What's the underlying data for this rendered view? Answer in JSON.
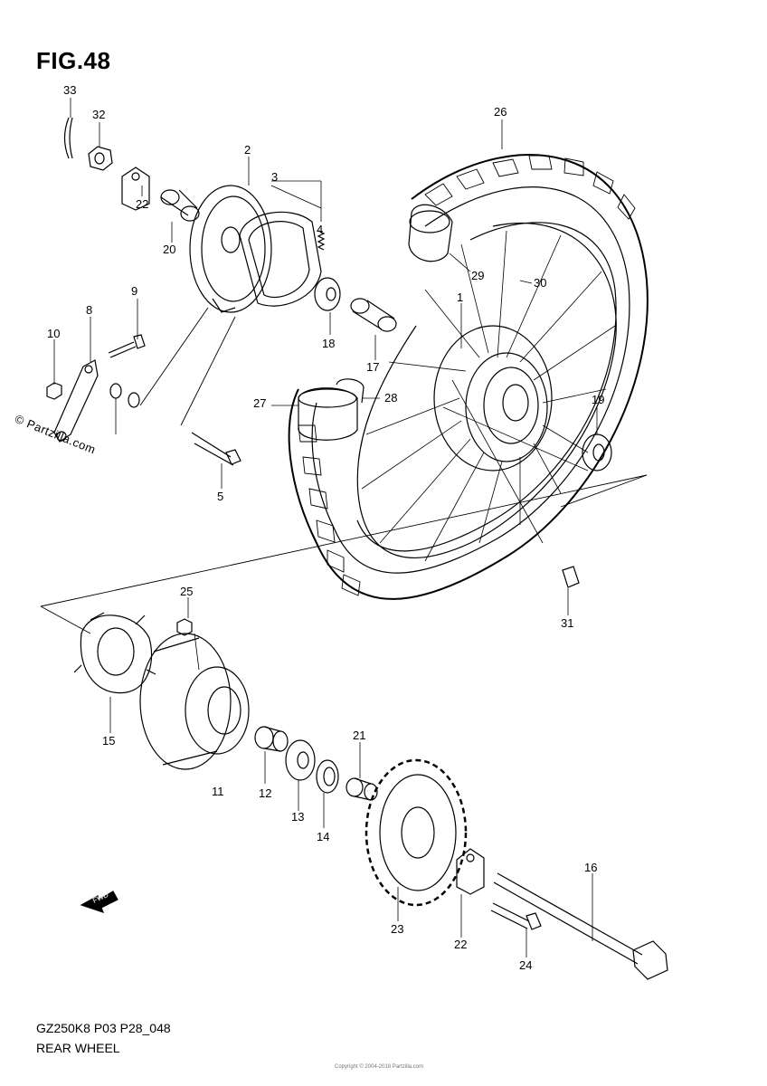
{
  "figure": {
    "title": "FIG.48"
  },
  "footer": {
    "model_code": "GZ250K8 P03 P28_048",
    "section_name": "REAR WHEEL",
    "copyright": "Copyright © 2004-2018 Partzilla.com"
  },
  "watermark": "© Partzilla.com",
  "fwd_label": "FWD",
  "callouts": {
    "c1": "1",
    "c2": "2",
    "c3": "3",
    "c4": "4",
    "c5": "5",
    "c8": "8",
    "c9": "9",
    "c10": "10",
    "c11": "11",
    "c12": "12",
    "c13": "13",
    "c14": "14",
    "c15": "15",
    "c16": "16",
    "c17": "17",
    "c18": "18",
    "c19": "19",
    "c20": "20",
    "c21": "21",
    "c22a": "22",
    "c22b": "22",
    "c23": "23",
    "c24": "24",
    "c25": "25",
    "c26": "26",
    "c27": "27",
    "c28": "28",
    "c29": "29",
    "c30": "30",
    "c31": "31",
    "c32": "32",
    "c33": "33"
  }
}
